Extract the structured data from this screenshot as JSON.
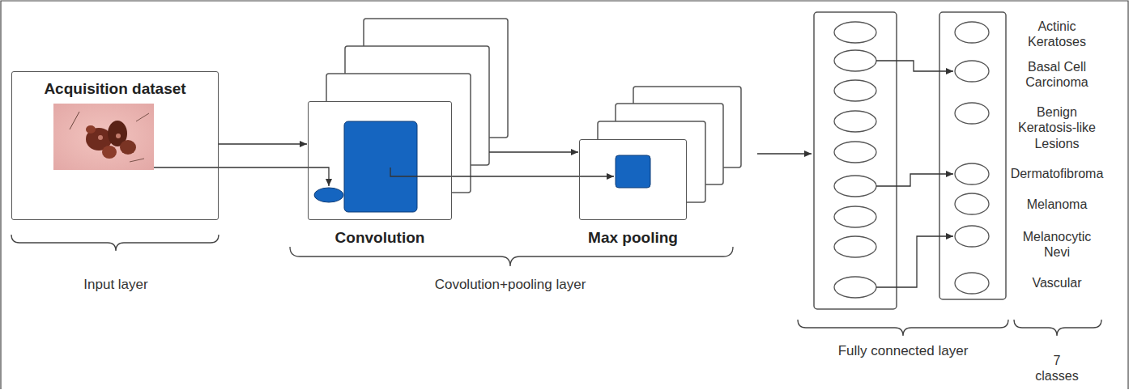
{
  "diagram": {
    "nodes": [
      {
        "text": [
          "Acquisition dataset"
        ]
      },
      {
        "text": [
          "Convolution"
        ]
      },
      {
        "text": [
          "Max pooling"
        ]
      }
    ],
    "edges": [
      {
        "from": 0,
        "to": 1,
        "arrow": "to"
      },
      {
        "from": 1,
        "to": 2,
        "arrow": "to"
      }
    ],
    "labels": [
      "Actinic Keratoses",
      "Basal Cell Carcinoma",
      "Benign Keratosis-like Lesions",
      "Dermatofibroma",
      "Melanoma",
      "Melanocytic Nevi",
      "Vascular",
      "Input layer",
      "Covolution+pooling layer",
      "Fully connected layer",
      "7 classes"
    ]
  }
}
